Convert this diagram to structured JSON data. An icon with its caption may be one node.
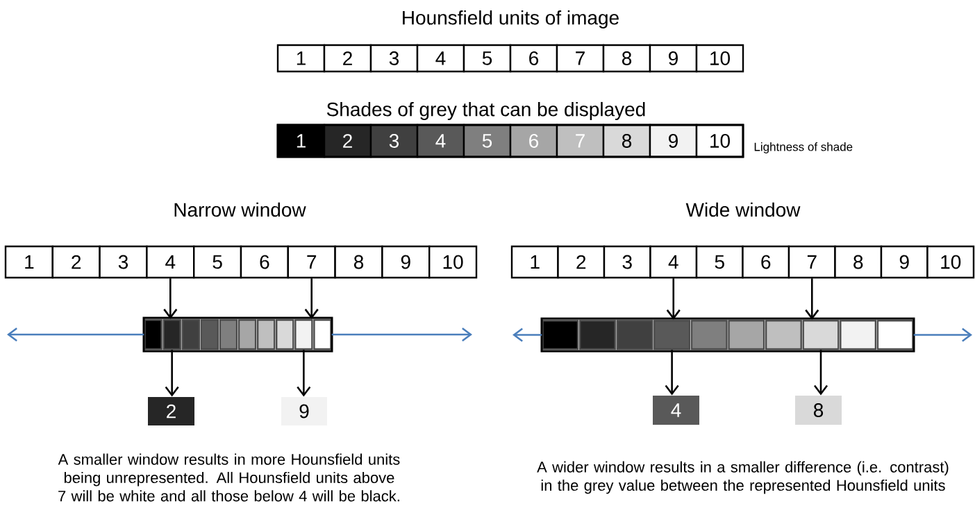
{
  "diagram": {
    "nodes": [
      {
        "text": [
          "1"
        ]
      },
      {
        "text": [
          "2"
        ]
      },
      {
        "text": [
          "3"
        ]
      },
      {
        "text": [
          "4"
        ]
      },
      {
        "text": [
          "5"
        ]
      },
      {
        "text": [
          "6"
        ]
      },
      {
        "text": [
          "7"
        ]
      },
      {
        "text": [
          "8"
        ]
      },
      {
        "text": [
          "9"
        ]
      },
      {
        "text": [
          "10"
        ]
      },
      {
        "text": [
          "1"
        ]
      },
      {
        "text": [
          "2"
        ]
      },
      {
        "text": [
          "3"
        ]
      },
      {
        "text": [
          "4"
        ]
      },
      {
        "text": [
          "5"
        ]
      },
      {
        "text": [
          "6"
        ]
      },
      {
        "text": [
          "7"
        ]
      },
      {
        "text": [
          "8"
        ]
      },
      {
        "text": [
          "9"
        ]
      },
      {
        "text": [
          "10"
        ]
      },
      {
        "text": [
          "1"
        ]
      },
      {
        "text": [
          "2"
        ]
      },
      {
        "text": [
          "3"
        ]
      },
      {
        "text": [
          "4"
        ]
      },
      {
        "text": [
          "5"
        ]
      },
      {
        "text": [
          "6"
        ]
      },
      {
        "text": [
          "7"
        ]
      },
      {
        "text": [
          "8"
        ]
      },
      {
        "text": [
          "9"
        ]
      },
      {
        "text": [
          "10"
        ]
      },
      {
        "text": [],
        "shape": "box"
      },
      {
        "text": [],
        "shape": "box"
      },
      {
        "text": [],
        "shape": "box"
      },
      {
        "text": [],
        "shape": "box"
      },
      {
        "text": [],
        "shape": "box"
      },
      {
        "text": [],
        "shape": "box"
      },
      {
        "text": [],
        "shape": "box"
      },
      {
        "text": [],
        "shape": "box"
      },
      {
        "text": [],
        "shape": "box"
      },
      {
        "text": [],
        "shape": "box"
      },
      {
        "text": [
          "2"
        ]
      },
      {
        "text": [
          "9"
        ]
      },
      {
        "text": [
          "1"
        ]
      },
      {
        "text": [
          "2"
        ]
      },
      {
        "text": [
          "3"
        ]
      },
      {
        "text": [
          "4"
        ]
      },
      {
        "text": [
          "5"
        ]
      },
      {
        "text": [
          "6"
        ]
      },
      {
        "text": [
          "7"
        ]
      },
      {
        "text": [
          "8"
        ]
      },
      {
        "text": [
          "9"
        ]
      },
      {
        "text": [
          "10"
        ]
      },
      {
        "text": [],
        "shape": "box"
      },
      {
        "text": [],
        "shape": "box"
      },
      {
        "text": [],
        "shape": "box"
      },
      {
        "text": [],
        "shape": "box"
      },
      {
        "text": [],
        "shape": "box"
      },
      {
        "text": [],
        "shape": "box"
      },
      {
        "text": [],
        "shape": "box"
      },
      {
        "text": [],
        "shape": "box"
      },
      {
        "text": [],
        "shape": "box"
      },
      {
        "text": [],
        "shape": "box"
      },
      {
        "text": [
          "4"
        ]
      },
      {
        "text": [
          "8"
        ]
      }
    ],
    "edges": [
      {
        "from": 23,
        "to": 31,
        "arrow": "to"
      },
      {
        "from": 31,
        "to": 40,
        "arrow": "to"
      },
      {
        "from": 26,
        "to": 38,
        "arrow": "to"
      },
      {
        "from": 38,
        "to": 41,
        "arrow": "to"
      },
      {
        "from": 30,
        "to": null,
        "arrow": "to",
        "color": "#4a7ebb"
      },
      {
        "from": 39,
        "to": null,
        "arrow": "to",
        "color": "#4a7ebb"
      },
      {
        "from": 45,
        "to": 55,
        "arrow": "to"
      },
      {
        "from": 55,
        "to": 62,
        "arrow": "to"
      },
      {
        "from": 48,
        "to": 59,
        "arrow": "to"
      },
      {
        "from": 59,
        "to": 63,
        "arrow": "to"
      },
      {
        "from": 52,
        "to": null,
        "arrow": "to",
        "color": "#4a7ebb"
      },
      {
        "from": 61,
        "to": null,
        "arrow": "to",
        "color": "#4a7ebb"
      }
    ],
    "labels": [
      "Hounsfield units of image",
      "Shades of grey that can be displayed",
      "Lightness of shade",
      "Narrow window",
      "Wide window",
      "A smaller window results in more Hounsfield units being unrepresented. All Hounsfield units above 7 will be white and all those below 4 will be black.",
      "A wider window results in a smaller difference (i.e. contrast) in the grey value between the represented Hounsfield units"
    ]
  }
}
